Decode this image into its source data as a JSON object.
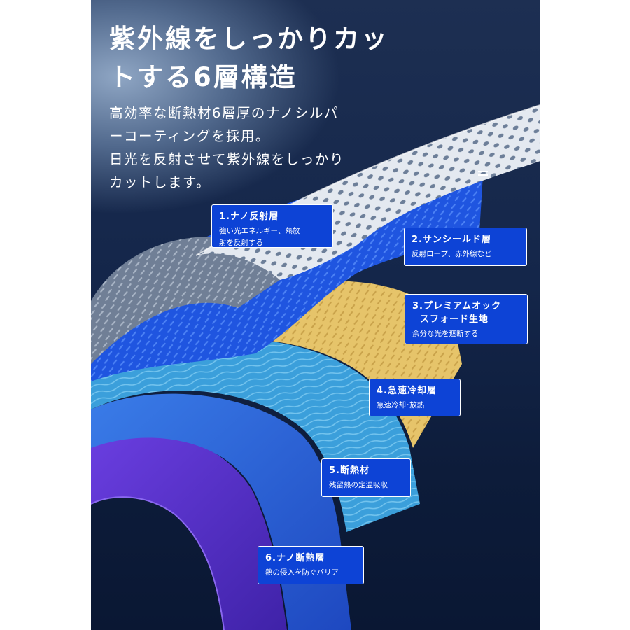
{
  "headline": "紫外線をしっかりカッ\nトする6層構造",
  "description": "高効率な断熱材6層厚のナノシルパ\nーコーティングを採用。\n日光を反射させて紫外線をしっかり\nカットします。",
  "icons": {
    "menu": "menu-icon"
  },
  "layers": [
    {
      "title": "1.ナノ反射層",
      "desc": "強い光エネルギー、熱放\n射を反射する"
    },
    {
      "title": "2.サンシールド層",
      "desc": "反射ロープ、赤外線など"
    },
    {
      "title": "3.プレミアムオック\n  スフォード生地",
      "desc": "余分な光を遮断する"
    },
    {
      "title": "4.急速冷却層",
      "desc": "急速冷却･放熱"
    },
    {
      "title": "5.断熱材",
      "desc": "残留熱の定温吸収"
    },
    {
      "title": "6.ナノ断熱層",
      "desc": "熱の侵入を防ぐバリア"
    }
  ],
  "colors": {
    "background": "#14264a",
    "label_bg": "#0d43d6",
    "reflective": "#e3e8ef",
    "sunshield": "#1f55e0",
    "oxford": "#e9c96c",
    "cooling": "#3aa0dc",
    "insulation": "#2a62d4",
    "nano_insulation": "#5a32c8"
  }
}
